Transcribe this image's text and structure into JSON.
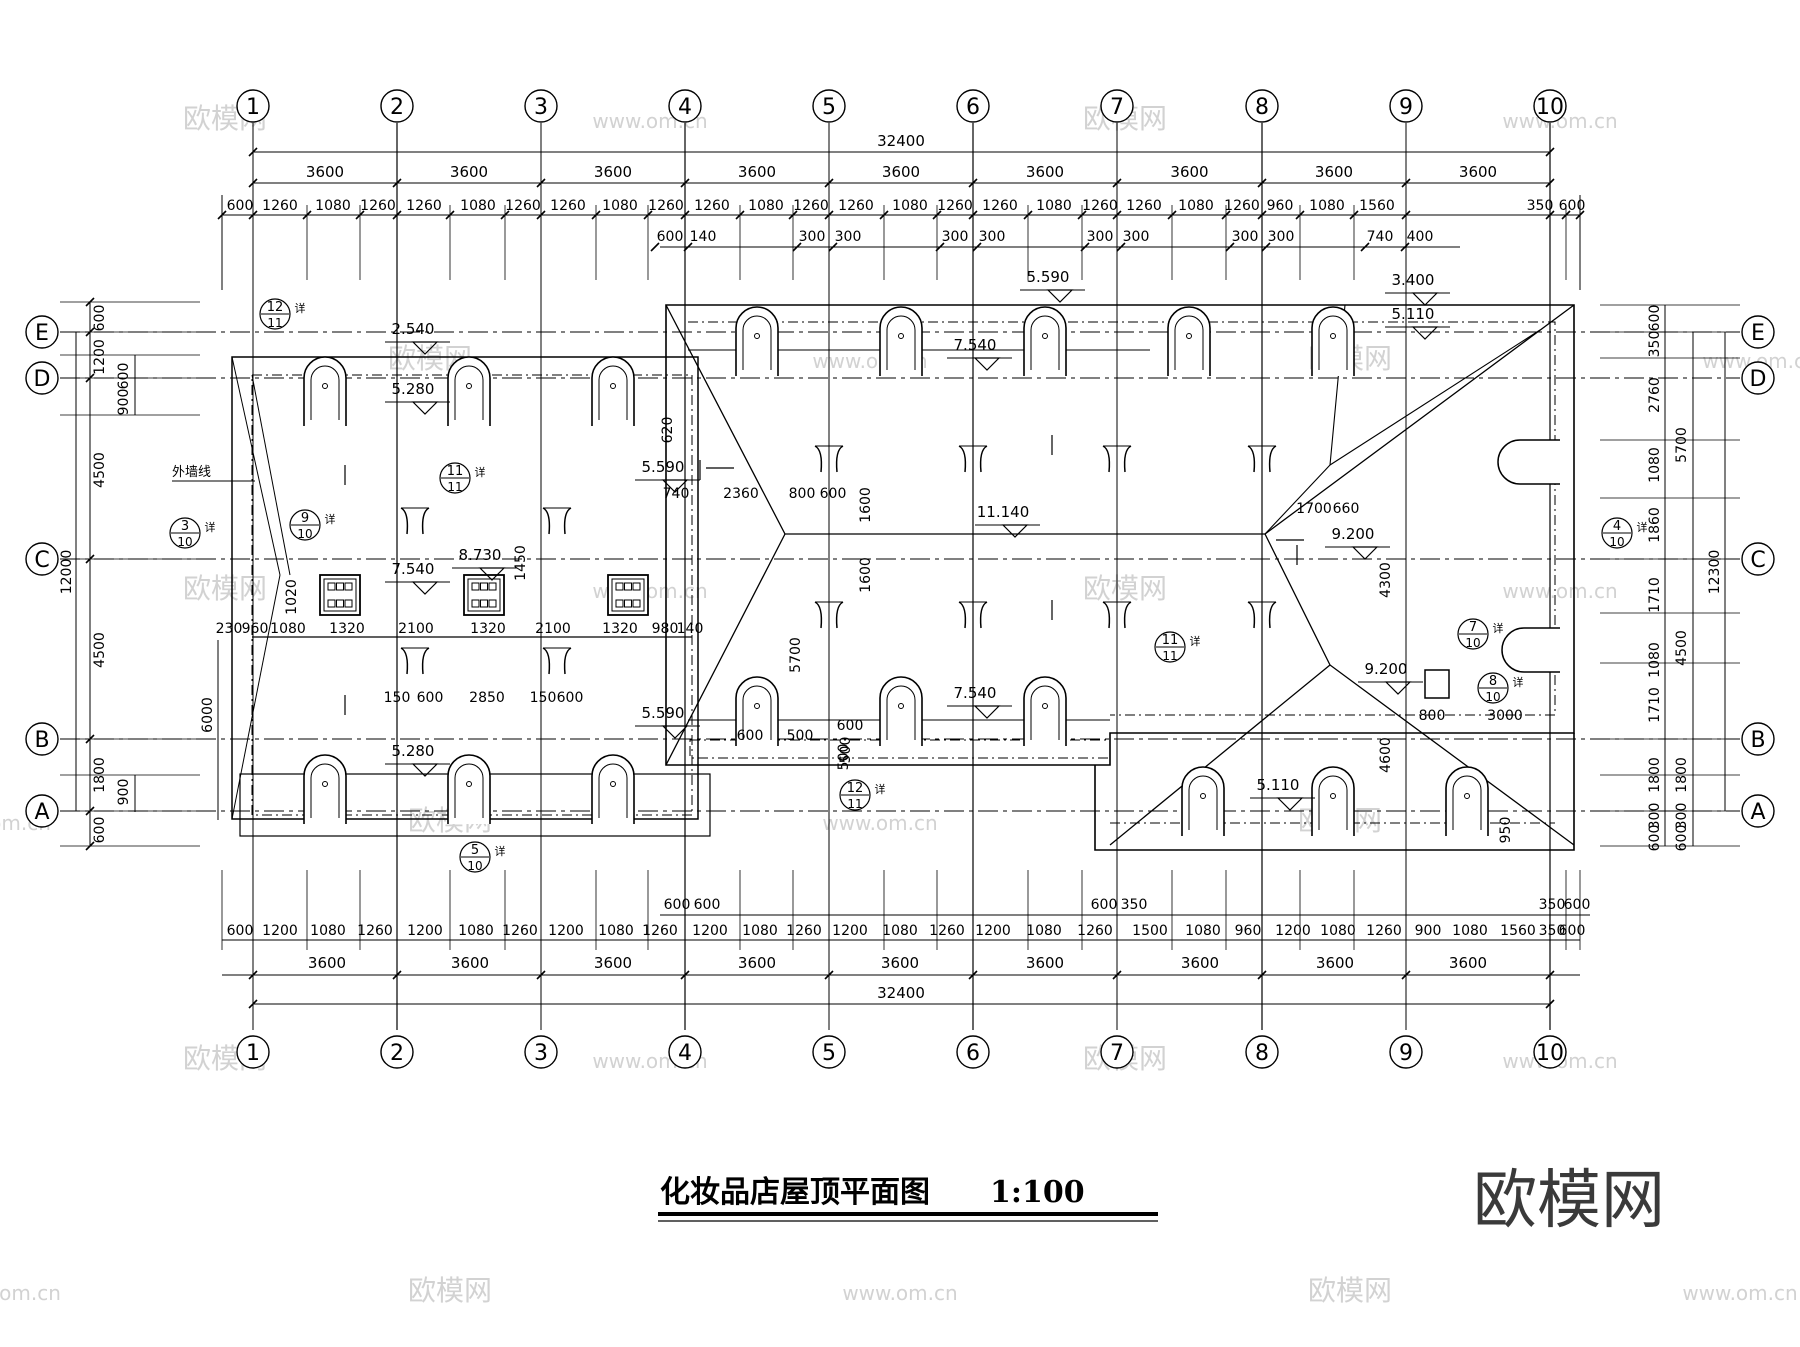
{
  "title": "化妆品店屋顶平面图",
  "scale": "1:100",
  "brand": "欧模网",
  "watermark": {
    "text": "欧模网",
    "url": "www.om.cn",
    "short": "om.cn"
  },
  "grid": {
    "columns": [
      "1",
      "2",
      "3",
      "4",
      "5",
      "6",
      "7",
      "8",
      "9",
      "10"
    ],
    "rows": [
      "E",
      "D",
      "C",
      "B",
      "A"
    ]
  },
  "dimensions": {
    "total_top": "32400",
    "total_bottom": "32400",
    "bay": "3600",
    "top_detail": [
      "600",
      "1260",
      "1080",
      "1260",
      "1260",
      "1080",
      "1260",
      "1260",
      "1080",
      "1260",
      "1260",
      "1080",
      "1260",
      "1260",
      "1080",
      "1260",
      "1260",
      "1080",
      "1260",
      "1260",
      "1080",
      "1260",
      "960",
      "1080",
      "1560",
      "350",
      "600"
    ],
    "top_sub": [
      "600",
      "140",
      "300",
      "300",
      "300",
      "300",
      "300",
      "300",
      "300",
      "300",
      "740",
      "400"
    ],
    "bottom_detail": [
      "600",
      "1200",
      "1080",
      "1260",
      "1200",
      "1080",
      "1260",
      "1200",
      "1080",
      "1260",
      "1200",
      "1080",
      "1260",
      "1200",
      "1080",
      "1260",
      "1200",
      "1080",
      "1260",
      "1500",
      "1080",
      "960",
      "1200",
      "1080",
      "1260",
      "900",
      "1080",
      "1560",
      "350",
      "600"
    ],
    "bottom_sub": [
      "600",
      "600",
      "600",
      "350",
      "350",
      "600"
    ],
    "bottom_bays": [
      "3600",
      "3600",
      "3600",
      "3600",
      "3600",
      "3600",
      "3600",
      "3600",
      "3600"
    ],
    "left_total": "12000",
    "left_spans": [
      "600",
      "1200",
      "4500",
      "4500",
      "1800",
      "600"
    ],
    "left_inner": [
      "900",
      "600",
      "6000",
      "900"
    ],
    "right_total": "12300",
    "right_spans": [
      "5700",
      "4500",
      "1800",
      "300",
      "600"
    ],
    "right_detail": [
      "600",
      "350",
      "2760",
      "1080",
      "1860",
      "1710",
      "1080",
      "1710",
      "1800",
      "300",
      "600"
    ]
  },
  "annotations": {
    "outer_wall": "外墙线",
    "detail": "详",
    "elevations": [
      "2.540",
      "5.280",
      "5.590",
      "7.540",
      "8.730",
      "5.280",
      "5.590",
      "5.590",
      "7.540",
      "11.140",
      "7.540",
      "3.400",
      "5.110",
      "9.200",
      "9.200",
      "5.110"
    ],
    "inner_dims": [
      "620",
      "740",
      "2360",
      "800",
      "600",
      "1600",
      "1600",
      "1450",
      "1020",
      "230",
      "960",
      "1080",
      "1320",
      "2100",
      "1320",
      "2100",
      "1320",
      "980",
      "140",
      "150",
      "600",
      "2850",
      "150",
      "600",
      "600",
      "500",
      "500",
      "600",
      "500",
      "1700",
      "660",
      "4300",
      "5700",
      "800",
      "3000",
      "4600",
      "950"
    ],
    "detail_refs": [
      {
        "num": "12",
        "sheet": "11"
      },
      {
        "num": "11",
        "sheet": "11"
      },
      {
        "num": "3",
        "sheet": "10"
      },
      {
        "num": "9",
        "sheet": "10"
      },
      {
        "num": "5",
        "sheet": "10"
      },
      {
        "num": "12",
        "sheet": "11"
      },
      {
        "num": "11",
        "sheet": "11"
      },
      {
        "num": "4",
        "sheet": "10"
      },
      {
        "num": "7",
        "sheet": "10"
      },
      {
        "num": "8",
        "sheet": "10"
      }
    ]
  }
}
